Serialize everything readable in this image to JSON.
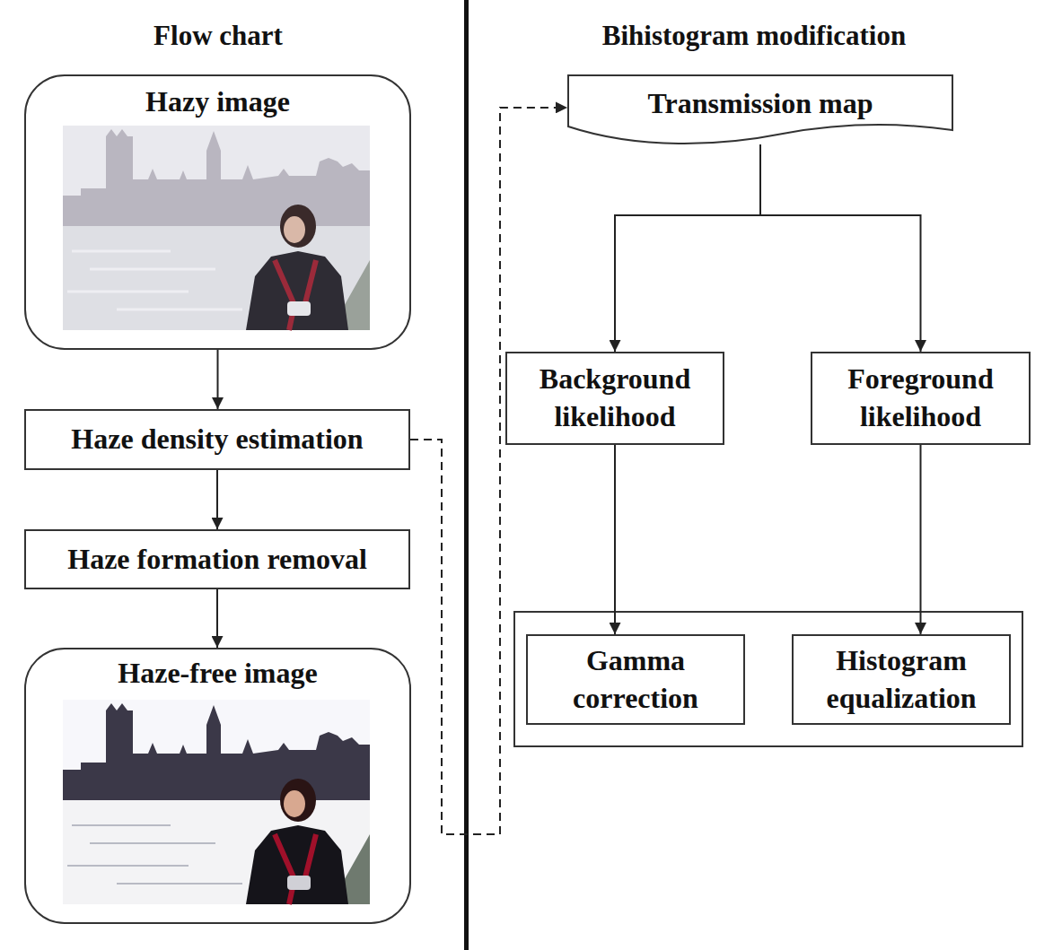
{
  "diagram": {
    "nodes": [
      {
        "text": [
          "Hazy image"
        ]
      },
      {
        "text": [
          "Haze density estimation"
        ]
      },
      {
        "text": [
          "Haze formation removal"
        ]
      },
      {
        "text": [
          "Haze-free image"
        ]
      },
      {
        "text": [
          "Transmission map"
        ]
      },
      {
        "text": [
          "Background likelihood"
        ]
      },
      {
        "text": [
          "Foreground likelihood"
        ]
      },
      {
        "text": [
          "Gamma correction"
        ]
      },
      {
        "text": [
          "Histogram equalization"
        ]
      }
    ],
    "edges": [
      {
        "from": 0,
        "to": 1,
        "arrow": "to"
      },
      {
        "from": 1,
        "to": 2,
        "arrow": "to"
      },
      {
        "from": 2,
        "to": 3,
        "arrow": "to"
      },
      {
        "from": 1,
        "to": 4,
        "arrow": "to"
      },
      {
        "from": 4,
        "to": 5,
        "arrow": "to"
      },
      {
        "from": 4,
        "to": 6,
        "arrow": "to"
      },
      {
        "from": 5,
        "to": 7,
        "arrow": "to"
      },
      {
        "from": 6,
        "to": 8,
        "arrow": "to"
      }
    ],
    "labels": [
      "Flow chart",
      "Bihistogram modification"
    ]
  }
}
